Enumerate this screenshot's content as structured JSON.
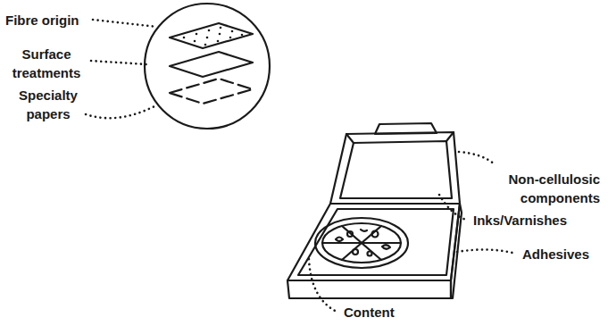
{
  "diagram": {
    "labels": [
      "Fibre origin",
      "Surface treatments",
      "Specialty papers",
      "Non-cellulosic components",
      "Inks/Varnishes",
      "Adhesives",
      "Content"
    ]
  }
}
